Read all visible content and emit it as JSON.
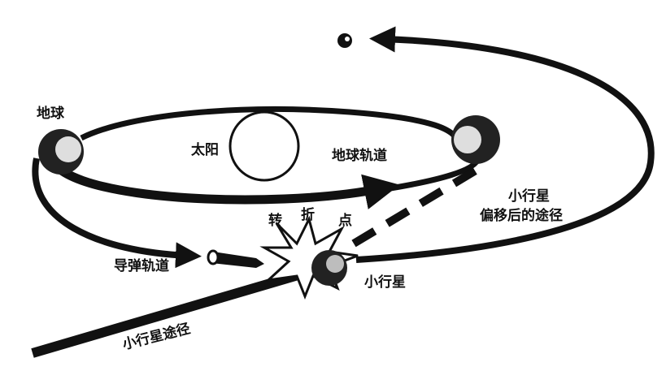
{
  "labels": {
    "earth": "地球",
    "sun": "太阳",
    "earth_orbit": "地球轨道",
    "deflected_path_line1": "小行星",
    "deflected_path_line2": "偏移后的途径",
    "turning_1": "转",
    "turning_2": "折",
    "turning_3": "点",
    "missile_orbit": "导弹轨道",
    "asteroid": "小行星",
    "asteroid_path": "小行星途径"
  },
  "colors": {
    "ink": "#111111",
    "background": "#ffffff"
  }
}
